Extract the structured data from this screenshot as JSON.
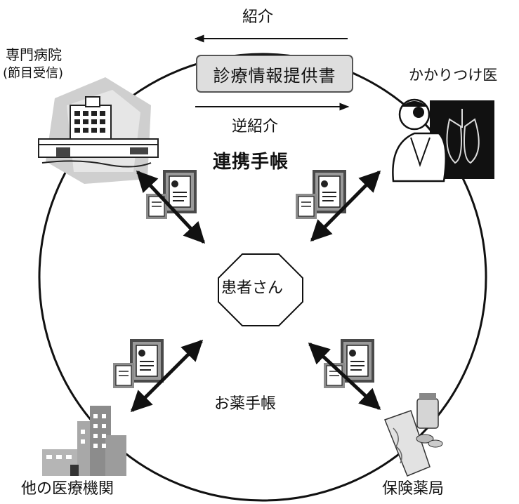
{
  "labels": {
    "introduction": "紹介",
    "reverse_introduction": "逆紹介",
    "document": "診療情報提供書",
    "specialty_hospital": "専門病院",
    "specialty_hospital_note": "(節目受信)",
    "family_doctor": "かかりつけ医",
    "cooperation_notebook": "連携手帳",
    "patient": "患者さん",
    "medicine_notebook": "お薬手帳",
    "other_institution": "他の医療機関",
    "pharmacy": "保険薬局"
  },
  "colors": {
    "line": "#111111",
    "box_fill": "#dedede",
    "icon_gray": "#8c8c8c",
    "icon_dark": "#4a4a4a"
  },
  "icons": [
    "hospital-building-icon",
    "doctor-icon",
    "lung-xray-icon",
    "notebook-icon",
    "building-icon",
    "pharmacy-medicine-icon"
  ]
}
